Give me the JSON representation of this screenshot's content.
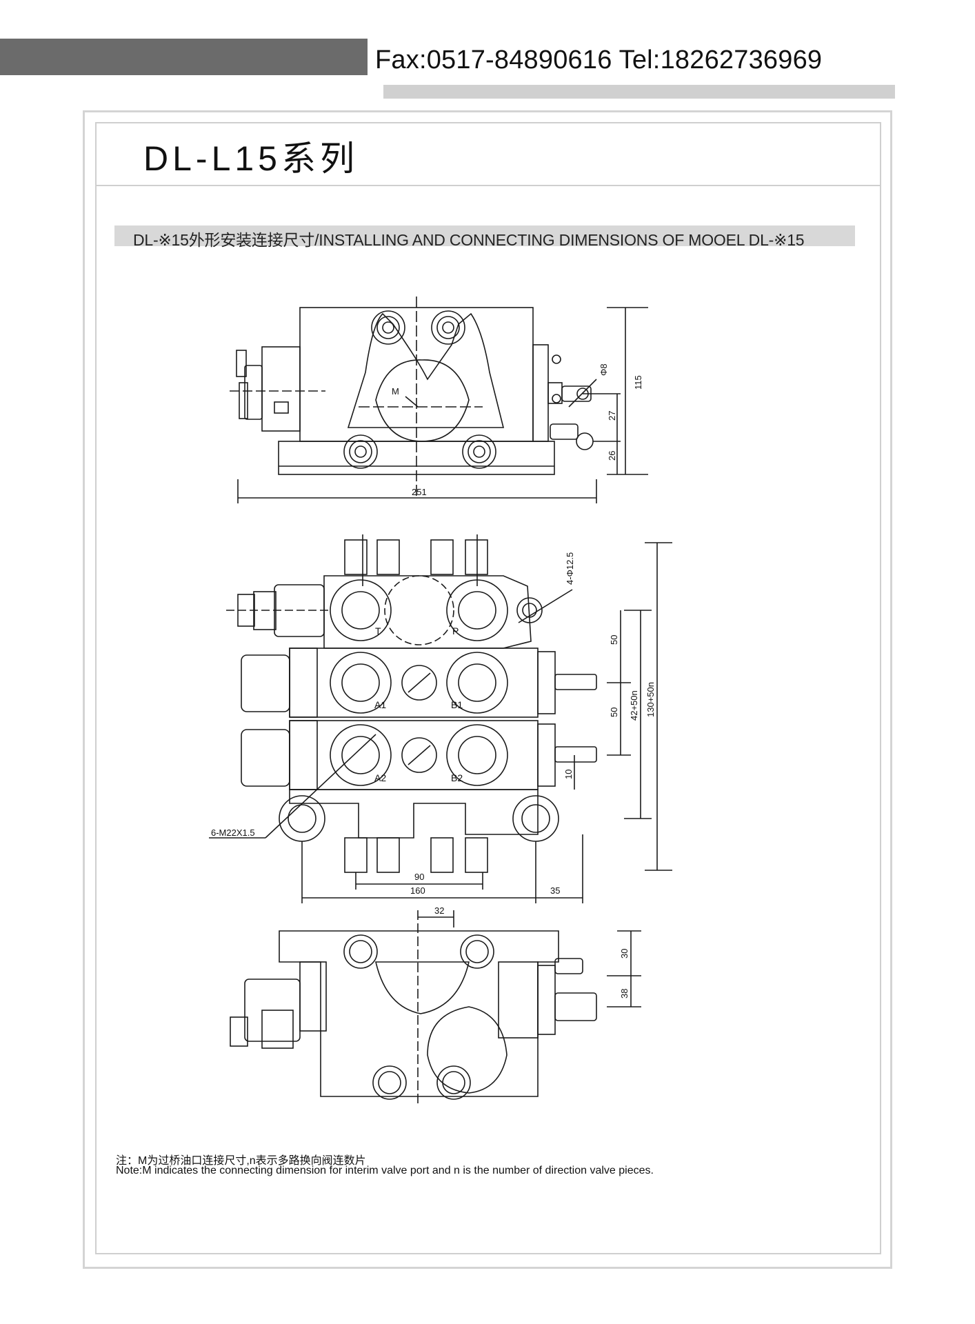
{
  "header": {
    "contact": "Fax:0517-84890616 Tel:18262736969"
  },
  "title": {
    "series": "DL-L15系列"
  },
  "subtitle": {
    "text": "DL-※15外形安装连接尺寸/INSTALLING AND CONNECTING DIMENSIONS OF MOOEL DL-※15"
  },
  "drawing_top": {
    "label_m": "M",
    "dim_width": "251",
    "dim_phi": "Φ8",
    "dim_27": "27",
    "dim_26": "26",
    "dim_115": "115"
  },
  "drawing_mid": {
    "port_t": "T",
    "port_p": "P",
    "port_a1": "A1",
    "port_b1": "B1",
    "port_a2": "A2",
    "port_b2": "B2",
    "dim_hole": "4-Φ12.5",
    "dim_thread": "6-M22X1.5",
    "dim_50a": "50",
    "dim_50b": "50",
    "dim_10": "10",
    "dim_42n": "42+50n",
    "dim_130n": "130+50n",
    "dim_90": "90",
    "dim_160": "160",
    "dim_35": "35"
  },
  "drawing_bottom": {
    "dim_32": "32",
    "dim_30": "30",
    "dim_38": "38"
  },
  "notes": {
    "cn": "注：M为过桥油口连接尺寸,n表示多路换向阀连数片",
    "en": "Note:M indicates the connecting dimension for interim valve port and n is the number of direction valve pieces."
  }
}
